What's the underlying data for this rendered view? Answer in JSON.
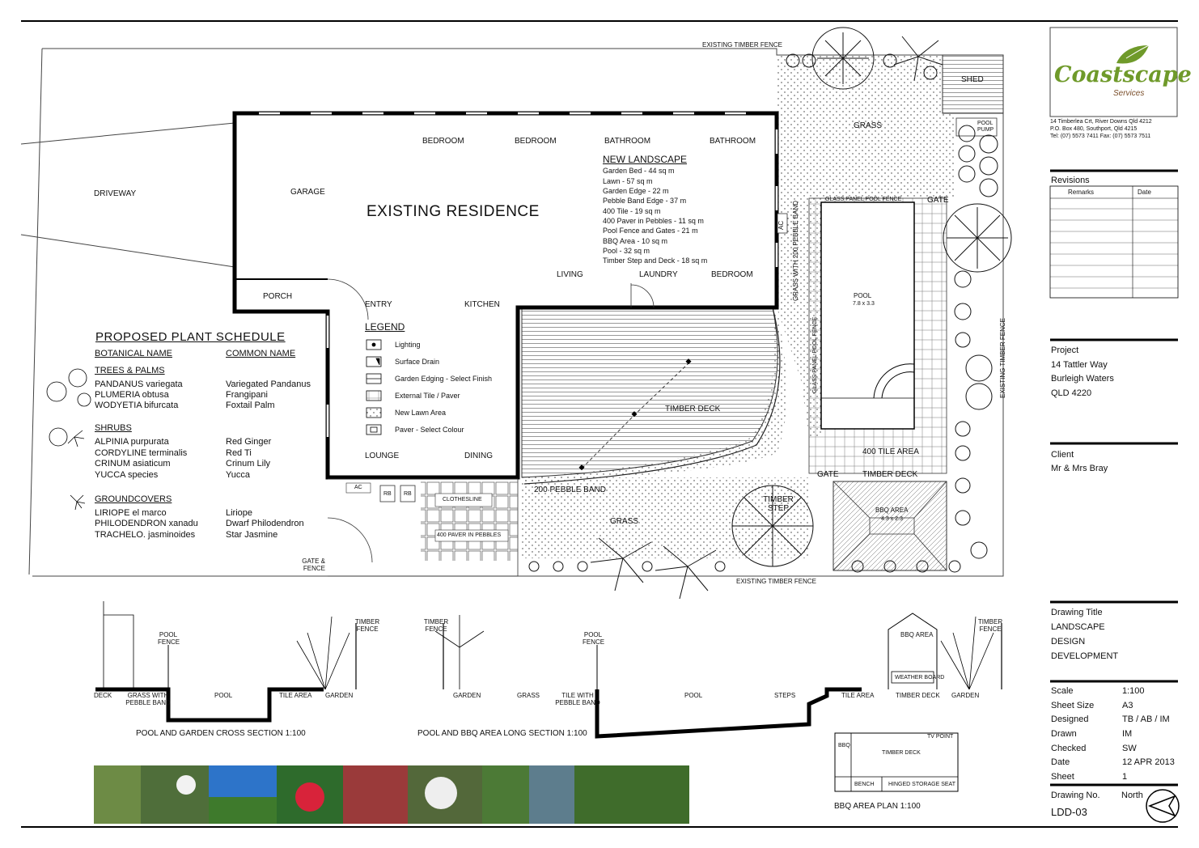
{
  "company": {
    "logo_text": "Coastscape",
    "logo_sub": "Services",
    "address_line1": "14 Timberlea Crt, River Downs Qld 4212",
    "address_line2": "P.O. Box 480, Southport, Qld 4215",
    "address_line3": "Tel: (07) 5573 7411   Fax: (07) 5573 7511"
  },
  "revisions": {
    "title": "Revisions",
    "col_remarks": "Remarks",
    "col_date": "Date"
  },
  "project": {
    "label": "Project",
    "line1": "14 Tattler Way",
    "line2": "Burleigh Waters",
    "line3": "QLD   4220"
  },
  "client": {
    "label": "Client",
    "name": "Mr & Mrs Bray"
  },
  "drawing_title": {
    "label": "Drawing Title",
    "line1": "LANDSCAPE",
    "line2": "DESIGN",
    "line3": "DEVELOPMENT"
  },
  "details": [
    {
      "key": "Scale",
      "value": "1:100"
    },
    {
      "key": "Sheet Size",
      "value": "A3"
    },
    {
      "key": "Designed",
      "value": "TB / AB / IM"
    },
    {
      "key": "Drawn",
      "value": "IM"
    },
    {
      "key": "Checked",
      "value": "SW"
    },
    {
      "key": "Date",
      "value": "12 APR 2013"
    },
    {
      "key": "Sheet",
      "value": "1"
    }
  ],
  "drawing_no": {
    "label": "Drawing No.",
    "value": "LDD-03",
    "north": "North"
  },
  "plan": {
    "existing_fence_top": "EXISTING TIMBER FENCE",
    "existing_fence_bottom": "EXISTING TIMBER FENCE",
    "existing_fence_side": "EXISTING TIMBER FENCE",
    "shed": "SHED",
    "pool_pump": "POOL PUMP",
    "grass_top": "GRASS",
    "grass_band": "GRASS WITH 200 PEBBLE BAND",
    "ac_side": "AC",
    "glass_fence_top": "GLASS PANEL POOL FENCE",
    "glass_fence_side": "GLASS PANEL POOL FENCE",
    "gate_top": "GATE",
    "pool": "POOL",
    "pool_size": "7.8 x 3.3",
    "tile_area": "400 TILE AREA",
    "gate_bottom": "GATE",
    "timber_deck_small": "TIMBER DECK",
    "bbq_area": "BBQ AREA",
    "bbq_size": "4.3 x 2.3",
    "timber_step": "TIMBER STEP",
    "grass_bottom": "GRASS",
    "pebble_band": "200 PEBBLE BAND",
    "timber_deck": "TIMBER DECK",
    "driveway": "DRIVEWAY",
    "garage": "GARAGE",
    "residence": "EXISTING RESIDENCE",
    "bedroom1": "BEDROOM",
    "bedroom2": "BEDROOM",
    "bathroom1": "BATHROOM",
    "bathroom2": "BATHROOM",
    "living": "LIVING",
    "laundry": "LAUNDRY",
    "bedroom3": "BEDROOM",
    "porch": "PORCH",
    "entry": "ENTRY",
    "kitchen": "KITCHEN",
    "lounge": "LOUNGE",
    "dining": "DINING",
    "ac": "AC",
    "rb1": "RB",
    "rb2": "RB",
    "clothesline": "CLOTHESLINE",
    "paver_pebbles": "400 PAVER IN PEBBLES",
    "gate_fence": "GATE & FENCE"
  },
  "new_landscape": {
    "title": "NEW LANDSCAPE",
    "items": [
      "Garden Bed - 44 sq m",
      "Lawn - 57 sq m",
      "Garden Edge - 22 m",
      "Pebble Band Edge - 37 m",
      "400 Tile - 19 sq m",
      "400 Paver in Pebbles - 11 sq m",
      "Pool Fence and Gates - 21 m",
      "BBQ Area - 10 sq m",
      "Pool - 32 sq m",
      "Timber Step and Deck - 18 sq m"
    ]
  },
  "legend": {
    "title": "LEGEND",
    "items": [
      "Lighting",
      "Surface Drain",
      "Garden Edging - Select Finish",
      "External Tile / Paver",
      "New Lawn Area",
      "Paver - Select Colour"
    ]
  },
  "plant_schedule": {
    "title": "PROPOSED  PLANT  SCHEDULE",
    "col_botanical": "BOTANICAL NAME",
    "col_common": "COMMON NAME",
    "groups": [
      {
        "name": "TREES & PALMS",
        "plants": [
          {
            "botanical": "PANDANUS variegata",
            "common": "Variegated Pandanus"
          },
          {
            "botanical": "PLUMERIA obtusa",
            "common": "Frangipani"
          },
          {
            "botanical": "WODYETIA bifurcata",
            "common": "Foxtail Palm"
          }
        ]
      },
      {
        "name": "SHRUBS",
        "plants": [
          {
            "botanical": "ALPINIA purpurata",
            "common": "Red Ginger"
          },
          {
            "botanical": "CORDYLINE terminalis",
            "common": "Red Ti"
          },
          {
            "botanical": "CRINUM asiaticum",
            "common": "Crinum Lily"
          },
          {
            "botanical": "YUCCA species",
            "common": "Yucca"
          }
        ]
      },
      {
        "name": "GROUNDCOVERS",
        "plants": [
          {
            "botanical": "LIRIOPE el marco",
            "common": "Liriope"
          },
          {
            "botanical": "PHILODENDRON xanadu",
            "common": "Dwarf Philodendron"
          },
          {
            "botanical": "TRACHELO. jasminoides",
            "common": "Star Jasmine"
          }
        ]
      }
    ]
  },
  "sections": {
    "cross_title": "POOL AND GARDEN CROSS SECTION   1:100",
    "long_title": "POOL AND BBQ AREA LONG SECTION   1:100",
    "bbq_plan_title": "BBQ AREA PLAN   1:100",
    "deck": "DECK",
    "grass_pebble": "GRASS WITH PEBBLE BAND",
    "pool_a": "POOL",
    "tile_area_a": "TILE AREA",
    "garden_a": "GARDEN",
    "pool_fence_a": "POOL FENCE",
    "timber_fence_a": "TIMBER FENCE",
    "timber_fence_b": "TIMBER FENCE",
    "garden_b": "GARDEN",
    "grass_b": "GRASS",
    "tile_pebble_b": "TILE WITH PEBBLE BAND",
    "pool_fence_b": "POOL FENCE",
    "pool_b": "POOL",
    "steps_b": "STEPS",
    "tile_area_b": "TILE AREA",
    "timber_deck_b": "TIMBER DECK",
    "garden_c": "GARDEN",
    "bbq_area_b": "BBQ AREA",
    "weather_board": "WEATHER BOARD",
    "timber_fence_c": "TIMBER FENCE",
    "tv_point": "TV POINT",
    "bbq_small": "BBQ",
    "timber_deck_c": "TIMBER DECK",
    "bench": "BENCH",
    "storage": "HINGED STORAGE SEAT"
  },
  "colors": {
    "logo_green": "#6f9a2a",
    "logo_brown": "#7a4e2a",
    "ink": "#111111"
  }
}
